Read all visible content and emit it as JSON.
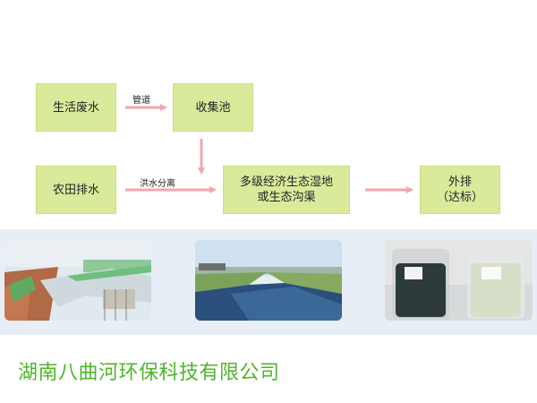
{
  "flow": {
    "domestic_wastewater": "生活废水",
    "collection_pool": "收集池",
    "farmland_drainage": "农田排水",
    "wetland_line1": "多级经济生态湿地",
    "wetland_line2": "或生态沟渠",
    "discharge_line1": "外排",
    "discharge_line2": "（达标）",
    "pipe_label": "管道",
    "flood_label": "洪水分离"
  },
  "photos": {
    "left": "construction-site-photo",
    "middle": "ecological-channel-photo",
    "right": "water-sample-beakers-photo"
  },
  "footer": {
    "company": "湖南八曲河环保科技有限公司"
  },
  "colors": {
    "box": "#d9eb9b",
    "arrow": "#f2a7b0",
    "band": "#e8eef5",
    "company": "#4fb52b"
  }
}
